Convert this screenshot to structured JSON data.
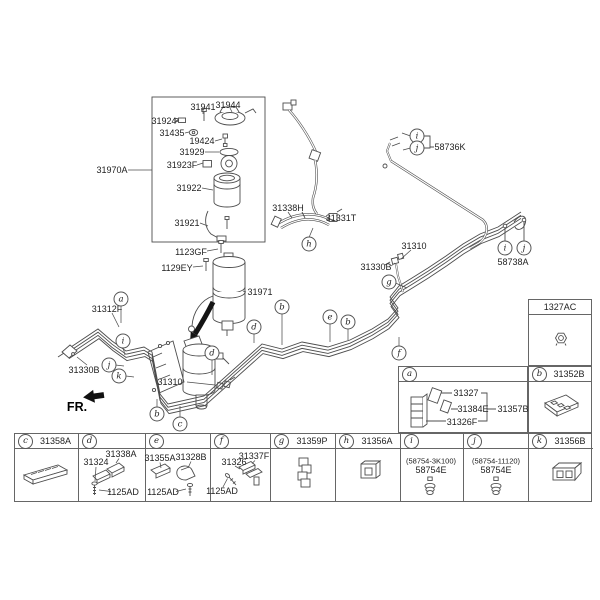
{
  "diagram": {
    "fr": "FR.",
    "labels": {
      "l31941": "31941",
      "l31944": "31944",
      "l31924": "31924",
      "l31435": "31435",
      "l19424": "19424",
      "l31929": "31929",
      "l31923F": "31923F",
      "l31970A": "31970A",
      "l31922": "31922",
      "l31921": "31921",
      "l31338H": "31338H",
      "l31331T": "31331T",
      "l1123GF": "1123GF",
      "l1129EY": "1129EY",
      "l31971": "31971",
      "l58736K": "58736K",
      "l58738A": "58738A",
      "l31310r": "31310",
      "l31330Br": "31330B",
      "l31312F": "31312F",
      "l31330Bl": "31330B",
      "l31310l": "31310"
    },
    "callouts": {
      "a": "a",
      "b": "b",
      "c": "c",
      "d": "d",
      "e": "e",
      "f": "f",
      "g": "g",
      "h": "h",
      "i": "i",
      "j": "j",
      "k": "k"
    }
  },
  "panels": {
    "nut": {
      "title": "1327AC"
    },
    "a": {
      "letter": "a",
      "p31327": "31327",
      "p31384E": "31384E",
      "p31357B": "31357B",
      "p31326F": "31326F"
    },
    "b": {
      "letter": "b",
      "title": "31352B"
    },
    "legend": {
      "c": {
        "letter": "c",
        "title": "31358A"
      },
      "d": {
        "letter": "d",
        "p1": "31324",
        "p2": "31338A",
        "p3": "1125AD"
      },
      "e": {
        "letter": "e",
        "p1": "31355A",
        "p2": "31328B",
        "p3": "1125AD"
      },
      "f": {
        "letter": "f",
        "p1": "31326",
        "p2": "31337F",
        "p3": "1125AD"
      },
      "g": {
        "letter": "g",
        "title": "31359P"
      },
      "h": {
        "letter": "h",
        "title": "31356A"
      },
      "i": {
        "letter": "i",
        "code": "(58754-3K100)",
        "part": "58754E"
      },
      "j": {
        "letter": "j",
        "code": "(58754-11120)",
        "part": "58754E"
      },
      "k": {
        "letter": "k",
        "title": "31356B"
      }
    }
  }
}
